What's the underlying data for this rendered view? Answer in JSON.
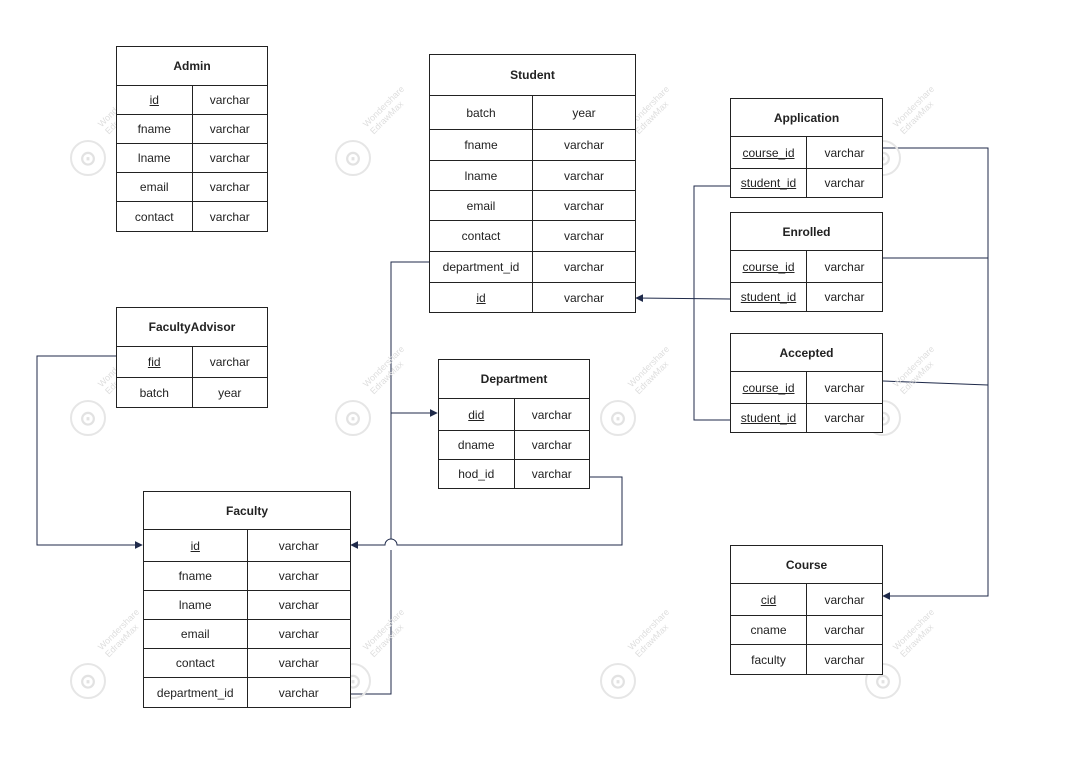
{
  "entities": {
    "admin": {
      "title": "Admin",
      "rows": [
        {
          "name": "id",
          "type": "varchar"
        },
        {
          "name": "fname",
          "type": "varchar"
        },
        {
          "name": "lname",
          "type": "varchar"
        },
        {
          "name": "email",
          "type": "varchar"
        },
        {
          "name": "contact",
          "type": "varchar"
        }
      ]
    },
    "student": {
      "title": "Student",
      "rows": [
        {
          "name": "batch",
          "type": "year"
        },
        {
          "name": "fname",
          "type": "varchar"
        },
        {
          "name": "lname",
          "type": "varchar"
        },
        {
          "name": "email",
          "type": "varchar"
        },
        {
          "name": "contact",
          "type": "varchar"
        },
        {
          "name": "department_id",
          "type": "varchar"
        },
        {
          "name": "id",
          "type": "varchar"
        }
      ]
    },
    "application": {
      "title": "Application",
      "rows": [
        {
          "name": "course_id",
          "type": "varchar"
        },
        {
          "name": "student_id",
          "type": "varchar"
        }
      ]
    },
    "enrolled": {
      "title": "Enrolled",
      "rows": [
        {
          "name": "course_id",
          "type": "varchar"
        },
        {
          "name": "student_id",
          "type": "varchar"
        }
      ]
    },
    "accepted": {
      "title": "Accepted",
      "rows": [
        {
          "name": "course_id",
          "type": "varchar"
        },
        {
          "name": "student_id",
          "type": "varchar"
        }
      ]
    },
    "facultyadvisor": {
      "title": "FacultyAdvisor",
      "rows": [
        {
          "name": "fid",
          "type": "varchar"
        },
        {
          "name": "batch",
          "type": "year"
        }
      ]
    },
    "department": {
      "title": "Department",
      "rows": [
        {
          "name": "did",
          "type": "varchar"
        },
        {
          "name": "dname",
          "type": "varchar"
        },
        {
          "name": "hod_id",
          "type": "varchar"
        }
      ]
    },
    "faculty": {
      "title": "Faculty",
      "rows": [
        {
          "name": "id",
          "type": "varchar"
        },
        {
          "name": "fname",
          "type": "varchar"
        },
        {
          "name": "lname",
          "type": "varchar"
        },
        {
          "name": "email",
          "type": "varchar"
        },
        {
          "name": "contact",
          "type": "varchar"
        },
        {
          "name": "department_id",
          "type": "varchar"
        }
      ]
    },
    "course": {
      "title": "Course",
      "rows": [
        {
          "name": "cid",
          "type": "varchar"
        },
        {
          "name": "cname",
          "type": "varchar"
        },
        {
          "name": "faculty",
          "type": "varchar"
        }
      ]
    }
  },
  "watermark": {
    "text": "Wondershare EdrawMax",
    "color": "#dedede",
    "icon": "edrawmax-logo-icon"
  },
  "colors": {
    "border": "#222222",
    "connector": "#1f2a4a"
  }
}
